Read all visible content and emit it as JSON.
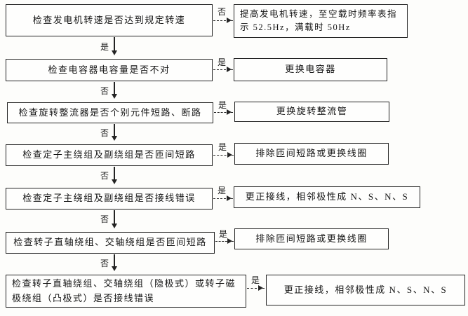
{
  "colors": {
    "ink": "#232323",
    "paper": "#fdfdfb"
  },
  "flowchart": {
    "rows": [
      {
        "check": "检查发电机转速是否达到规定转速",
        "right_label": "否",
        "down_label": "是",
        "action": "提高发电机转速，至空载时频率表指示 52.5Hz，满载时 50Hz"
      },
      {
        "check": "检查电容器电容量是否不对",
        "right_label": "是",
        "down_label": "否",
        "action": "更换电容器"
      },
      {
        "check": "检查旋转整流器是否个别元件短路、断路",
        "right_label": "是",
        "down_label": "否",
        "action": "更换旋转整流管"
      },
      {
        "check": "检查定子主绕组及副绕组是否匝间短路",
        "right_label": "是",
        "down_label": "否",
        "action": "排除匝间短路或更换线圈"
      },
      {
        "check": "检查定子主绕组及副绕组是否接线错误",
        "right_label": "是",
        "down_label": "否",
        "action": "更正接线，相邻极性成 N、S、N、S"
      },
      {
        "check": "检查转子直轴绕组、交轴绕组是否匝间短路",
        "right_label": "是",
        "down_label": "否",
        "action": "排除匝间短路或更换线圈"
      },
      {
        "check": "检查转子直轴绕组、交轴绕组（隐极式）或转子磁极绕组（凸极式）是否接线错误",
        "right_label": "是",
        "action": "更正接线，相邻极性成 N、S、N、S"
      }
    ]
  }
}
